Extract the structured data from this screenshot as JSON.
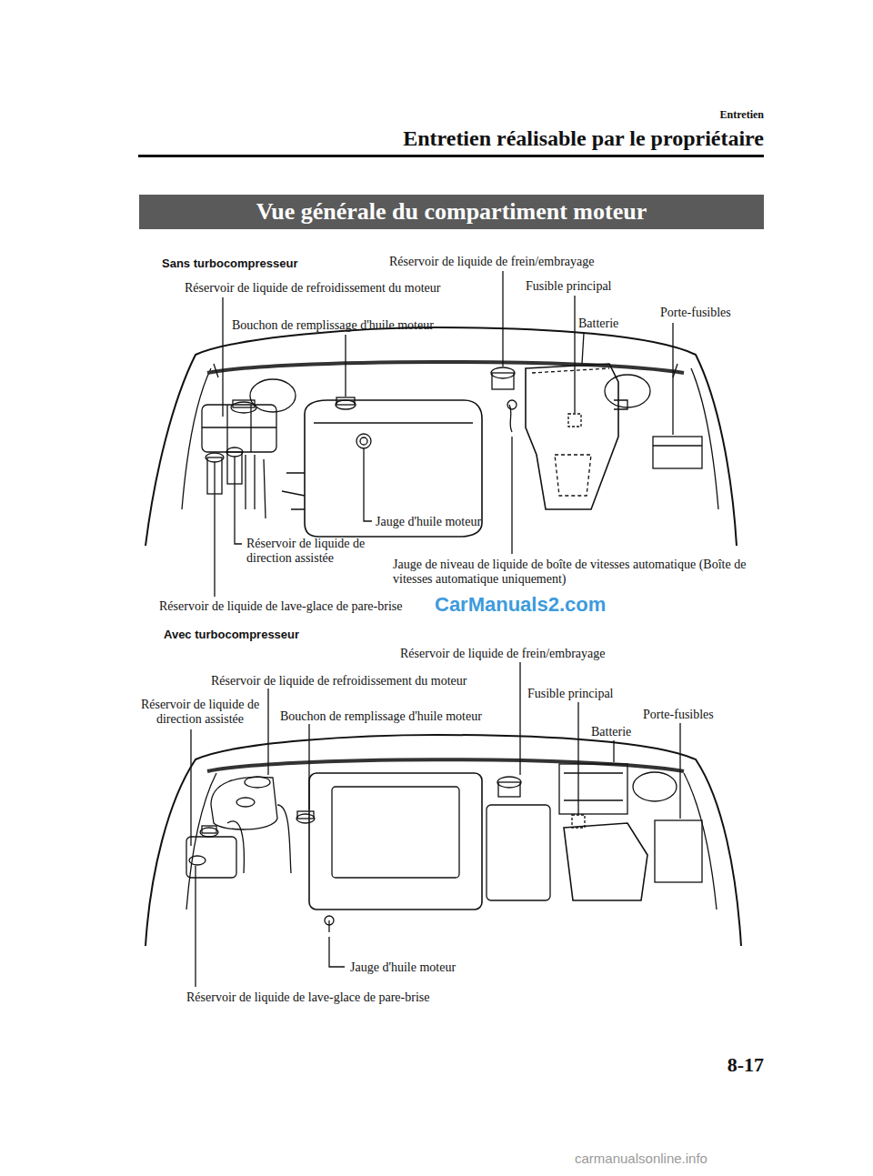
{
  "diagram": {
    "title": "Vue générale du compartiment moteur",
    "labels": [
      "Entretien",
      "Entretien réalisable par le propriétaire",
      "Sans turbocompresseur",
      "Réservoir de liquide de frein/embrayage",
      "Réservoir de liquide de refroidissement du moteur",
      "Fusible principal",
      "Porte-fusibles",
      "Bouchon de remplissage d'huile moteur",
      "Batterie",
      "Jauge d'huile moteur",
      "Réservoir de liquide de direction assistée",
      "Jauge de niveau de liquide de boîte de vitesses automatique (Boîte de vitesses automatique uniquement)",
      "Réservoir de liquide de lave-glace de pare-brise",
      "CarManuals2.com",
      "Avec turbocompresseur",
      "Réservoir de liquide de frein/embrayage",
      "Réservoir de liquide de refroidissement du moteur",
      "Réservoir de liquide de direction assistée",
      "Bouchon de remplissage d'huile moteur",
      "Fusible principal",
      "Porte-fusibles",
      "Batterie",
      "Jauge d'huile moteur",
      "Réservoir de liquide de lave-glace de pare-brise",
      "8-17",
      "carmanualsonline.info"
    ]
  }
}
